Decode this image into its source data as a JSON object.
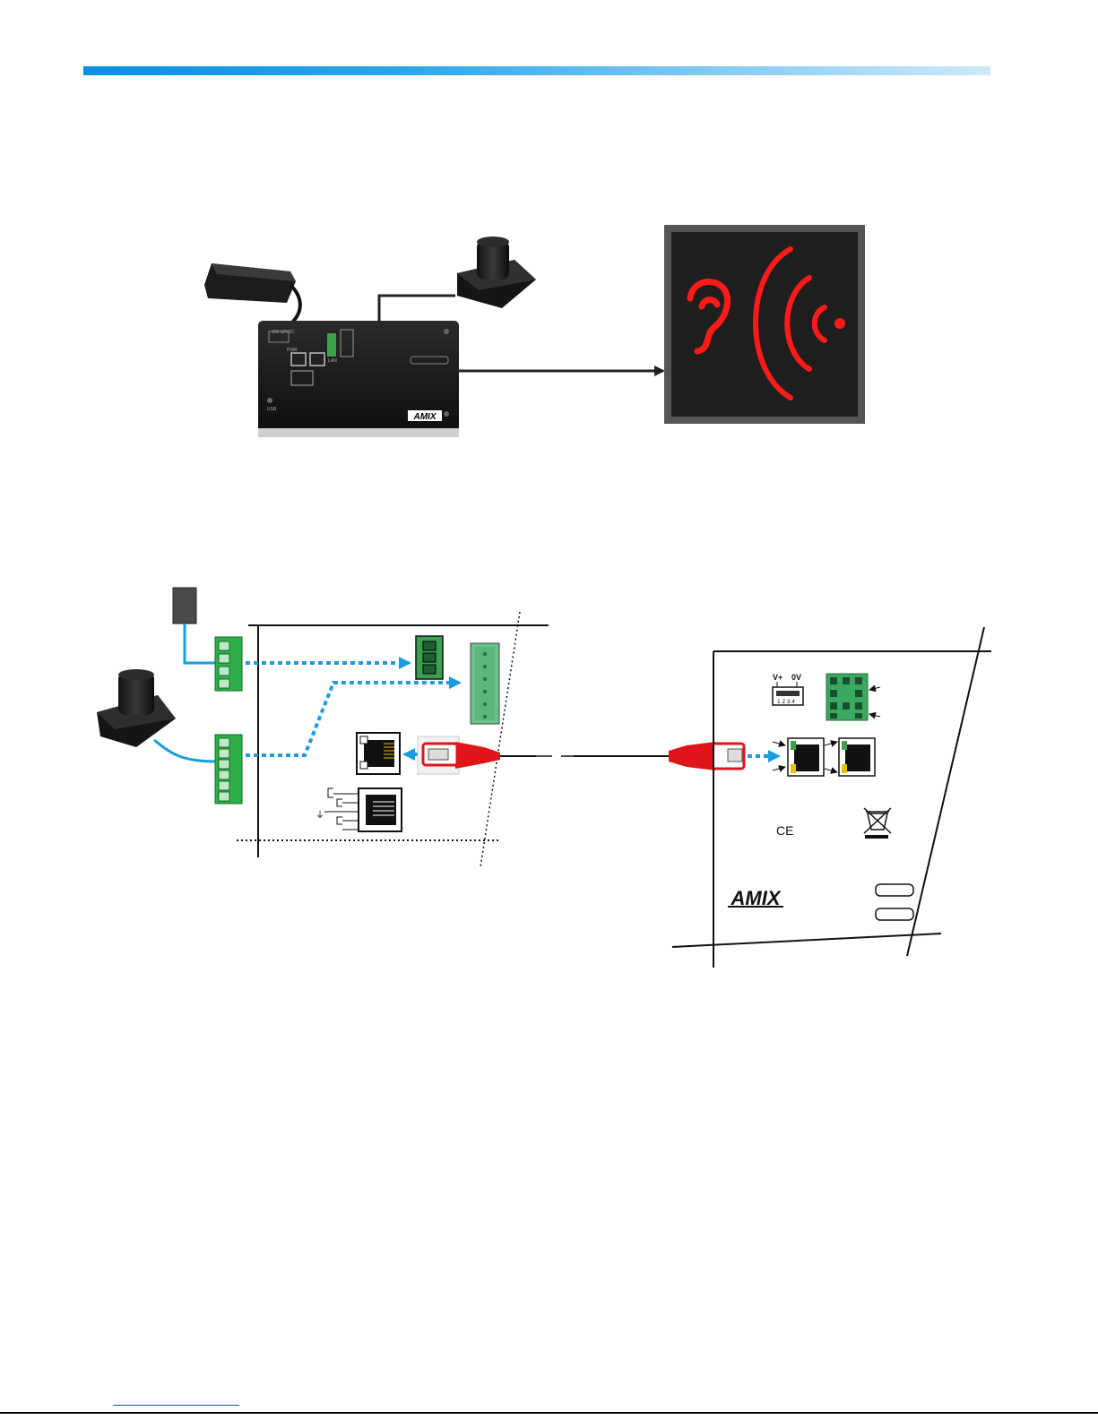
{
  "device": {
    "brand": "AMIX",
    "front_labels": [
      "DC 12VDC",
      "PWR",
      "LAN",
      "USB"
    ]
  },
  "panel": {
    "brand": "AMIX",
    "supply_labels": {
      "v_plus": "V+",
      "zero_v": "0V",
      "pins": "1 2 3 4"
    },
    "ce_mark": "CE"
  },
  "colors": {
    "accent": "#0a8fe0",
    "cable_blue": "#1a9be0",
    "terminal_green": "#2fae4a",
    "plug_red": "#e0151b",
    "sign_red": "#ff1a1a",
    "sign_bg": "#1e1e1e"
  },
  "icons": [
    "ear-icon",
    "sound-waves-icon",
    "weee-bin-icon",
    "ce-mark-icon"
  ]
}
